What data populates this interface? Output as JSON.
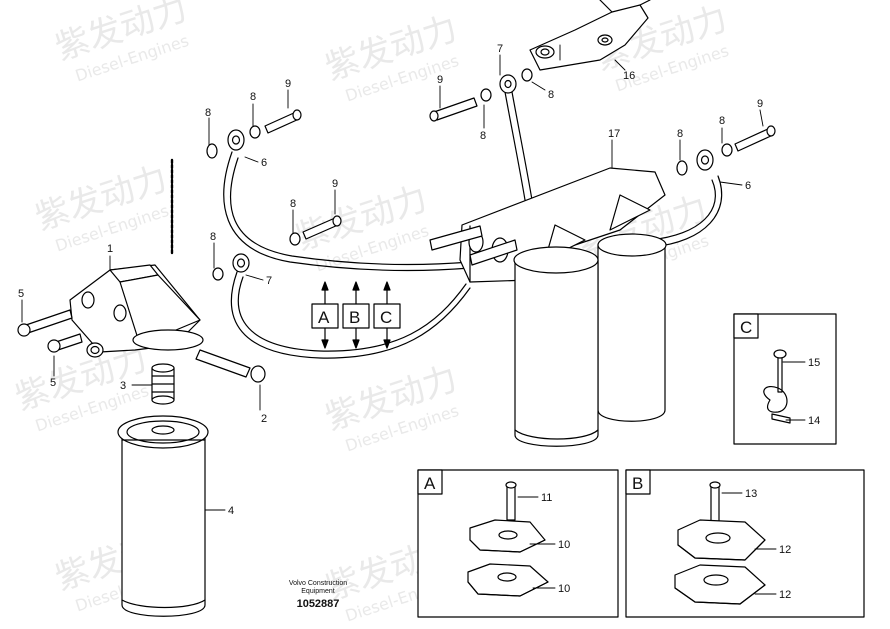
{
  "watermark": {
    "brand": "紫发动力",
    "subtitle": "Diesel-Engines"
  },
  "callouts": {
    "c1": "1",
    "c2": "2",
    "c3": "3",
    "c4": "4",
    "c5a": "5",
    "c5b": "5",
    "c6a": "6",
    "c6b": "6",
    "c7a": "7",
    "c7b": "7",
    "c8a": "8",
    "c8b": "8",
    "c8c": "8",
    "c8d": "8",
    "c8e": "8",
    "c8f": "8",
    "c8g": "8",
    "c9a": "9",
    "c9b": "9",
    "c9c": "9",
    "c9d": "9",
    "c16": "16",
    "c17": "17",
    "c15": "15",
    "c14": "14",
    "c11": "11",
    "c10a": "10",
    "c10b": "10",
    "c13": "13",
    "c12a": "12",
    "c12b": "12"
  },
  "section_tags": {
    "a": "A",
    "b": "B",
    "c": "C"
  },
  "detail_boxes": {
    "a": "A",
    "b": "B",
    "c": "C"
  },
  "footer": {
    "company_line1": "Volvo Construction",
    "company_line2": "Equipment",
    "drawing_number": "1052887"
  }
}
